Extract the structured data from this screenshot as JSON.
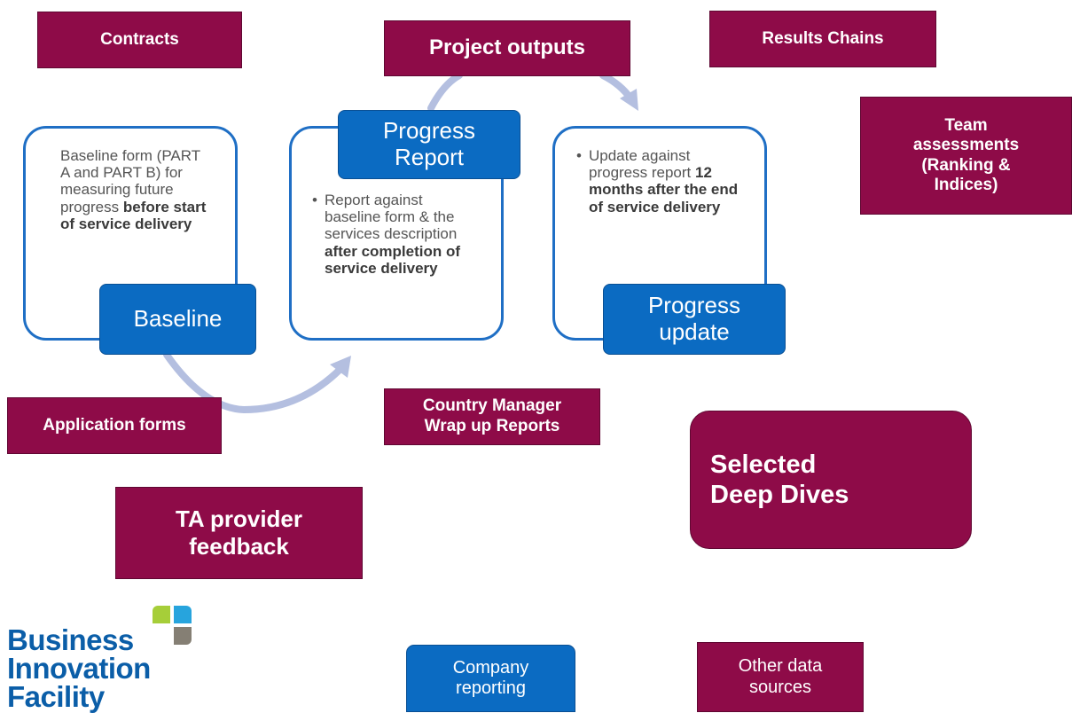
{
  "boxes": {
    "contracts": "Contracts",
    "project_outputs": "Project outputs",
    "results_chains": "Results Chains",
    "team_assessments": [
      "Team",
      "assessments",
      "(Ranking &",
      "Indices)"
    ],
    "application_forms": "Application forms",
    "country_manager": [
      "Country Manager",
      "Wrap up Reports"
    ],
    "selected_deep_dives": [
      "Selected",
      "Deep Dives"
    ],
    "ta_provider": [
      "TA provider",
      "feedback"
    ]
  },
  "cycle": {
    "baseline": {
      "label": "Baseline",
      "text_normal": "Baseline form (PART A and PART B) for measuring future progress ",
      "text_bold": "before start of service delivery"
    },
    "progress_report": {
      "label": [
        "Progress",
        "Report"
      ],
      "text_normal": "Report against baseline form & the services description ",
      "text_bold": "after completion of service delivery"
    },
    "progress_update": {
      "label": [
        "Progress",
        "update"
      ],
      "text_normal": "Update against progress report ",
      "text_bold": "12 months after the end of service delivery"
    }
  },
  "legend": {
    "company_reporting": [
      "Company",
      "reporting"
    ],
    "other_data_sources": [
      "Other data",
      "sources"
    ]
  },
  "logo": [
    "Business",
    "Innovation",
    "Facility"
  ],
  "colors": {
    "maroon": "#8e0b48",
    "blue": "#0b6bc2",
    "arrow": "#b4bfe0",
    "logo_green": "#a6ce39",
    "logo_blue": "#27a4dd",
    "logo_gray": "#857f74"
  }
}
